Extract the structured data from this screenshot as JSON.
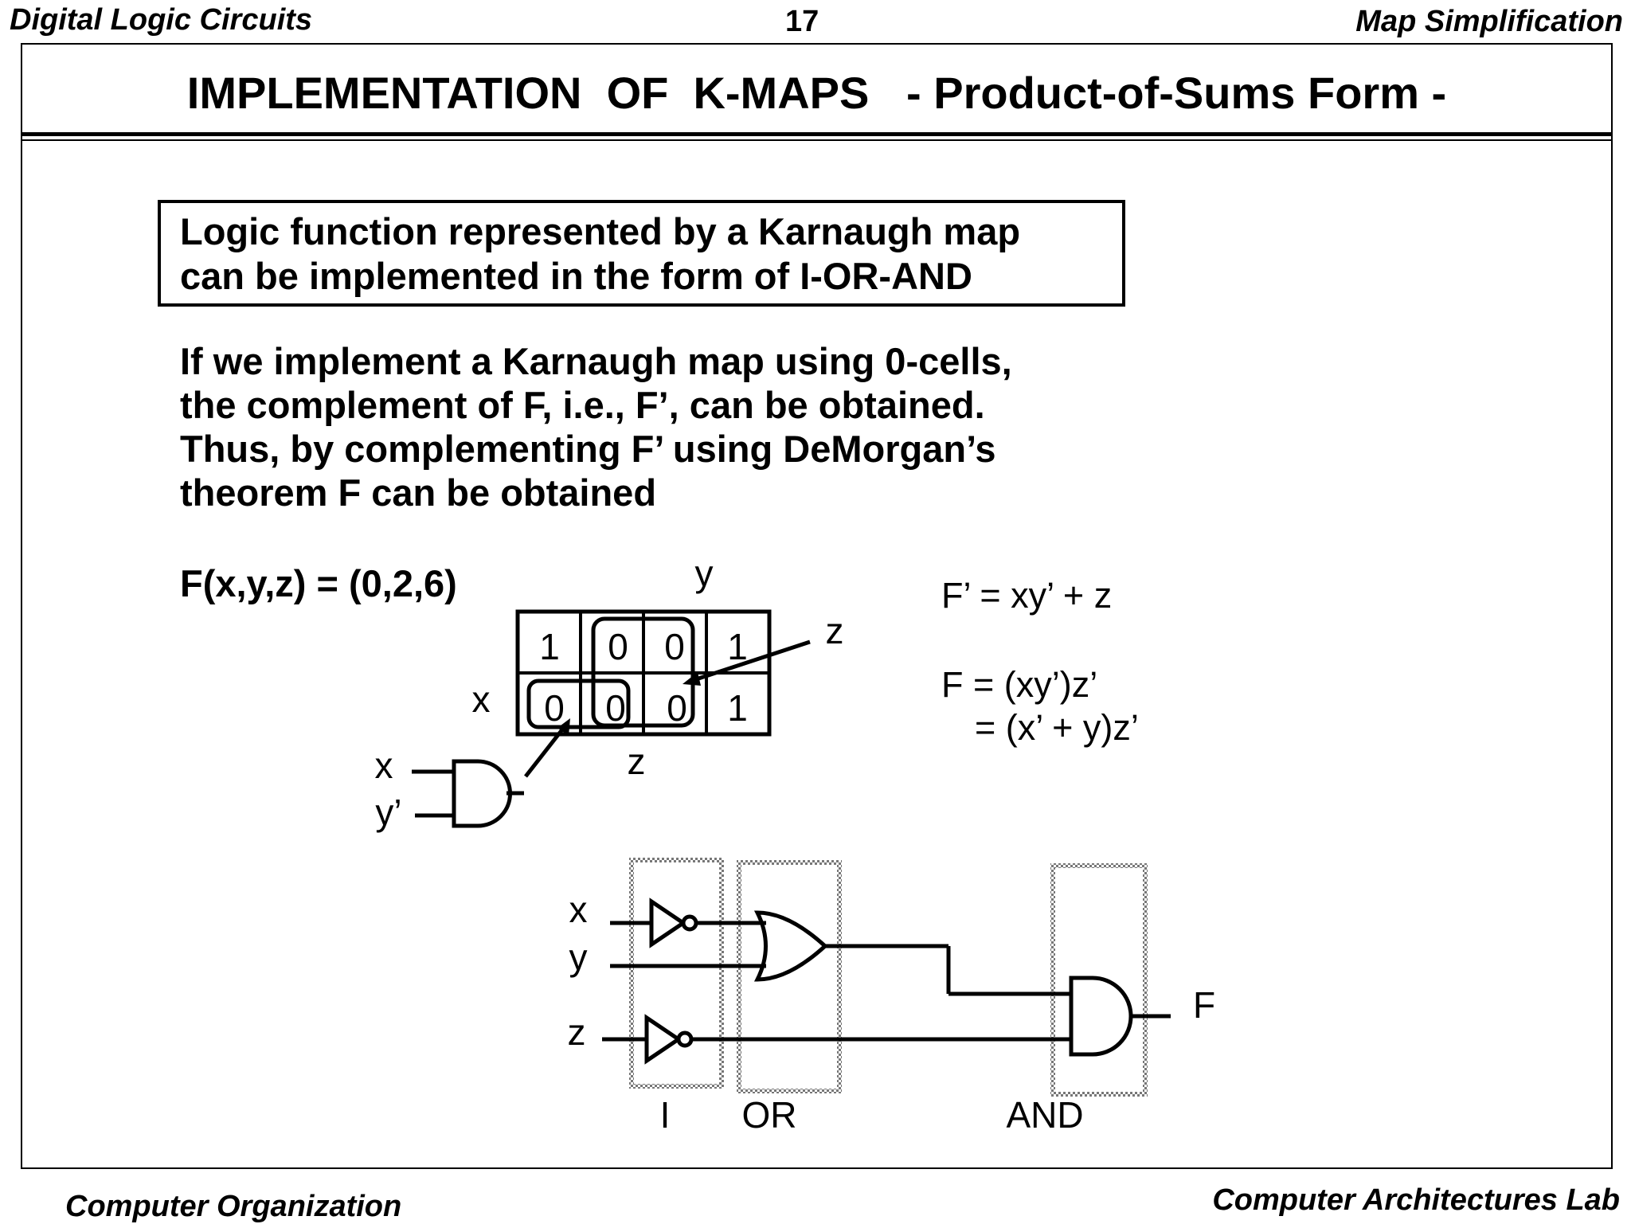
{
  "header": {
    "left": "Digital Logic Circuits",
    "page_number": "17",
    "right": "Map Simplification"
  },
  "title": "IMPLEMENTATION  OF  K-MAPS   - Product-of-Sums Form -",
  "boxed_text": [
    "Logic function represented by a Karnaugh map",
    "can be implemented in the form of I-OR-AND"
  ],
  "paragraph": [
    "If we implement a Karnaugh map using 0-cells,",
    "the complement of F, i.e., F’, can be obtained.",
    "Thus, by complementing F’ using DeMorgan’s",
    "theorem F can be obtained"
  ],
  "function_def": "F(x,y,z) = (0,2,6)",
  "kmap": {
    "top_label": "y",
    "left_label": "x",
    "bottom_label": "z",
    "right_label": "z",
    "row0": [
      "1",
      "0",
      "0",
      "1"
    ],
    "row1": [
      "0",
      "0",
      "0",
      "1"
    ]
  },
  "equations": {
    "f_prime": "F’ = xy’ + z",
    "f_line1": "F = (xy’)z’",
    "f_line2": "= (x’ + y)z’"
  },
  "small_gate": {
    "input1": "x",
    "input2": "y’"
  },
  "circuit": {
    "input_x": "x",
    "input_y": "y",
    "input_z": "z",
    "output": "F",
    "stage_labels": [
      "I",
      "OR",
      "AND"
    ]
  },
  "footer": {
    "left": "Computer Organization",
    "right": "Computer Architectures Lab"
  }
}
